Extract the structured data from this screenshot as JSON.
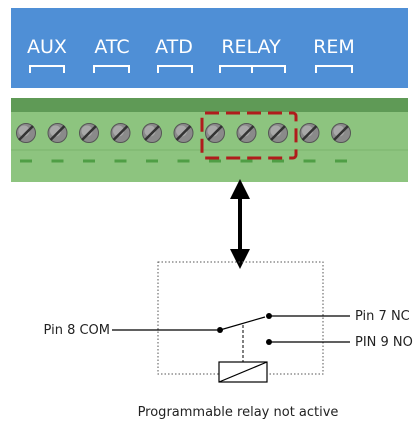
{
  "header": {
    "labels": [
      "AUX",
      "ATC",
      "ATD",
      "RELAY",
      "REM"
    ]
  },
  "terminal_block": {
    "screw_count": 11,
    "highlight_start_index": 6,
    "highlight_count": 3
  },
  "relay": {
    "com_label": "Pin 8 COM",
    "nc_label": "Pin 7 NC",
    "no_label": "PIN 9 NO",
    "caption": "Programmable relay not active"
  },
  "colors": {
    "header_bg": "#4f8fd6",
    "block_dark": "#5f9a56",
    "block_light": "#8dc47f",
    "screw_body": "#8a8a8a",
    "highlight": "#b01c1c",
    "connector_line": "#000000"
  }
}
